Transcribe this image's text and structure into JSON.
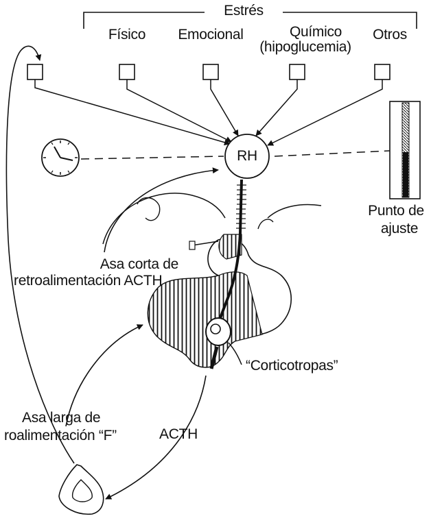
{
  "labels": {
    "stress_title": "Estrés",
    "physical": "Físico",
    "emotional": "Emocional",
    "chemical_line1": "Químico",
    "chemical_line2": "(hipoglucemia)",
    "others": "Otros",
    "rh": "RH",
    "set_point_line1": "Punto de",
    "set_point_line2": "ajuste",
    "short_loop_line1": "Asa corta de",
    "short_loop_line2": "retroalimentación ACTH",
    "corticotropes": "“Corticotropas”",
    "long_loop_line1": "Asa larga de",
    "long_loop_line2": "roalimentación “F”",
    "acth": "ACTH"
  },
  "colors": {
    "ink": "#111111",
    "background": "#ffffff"
  }
}
